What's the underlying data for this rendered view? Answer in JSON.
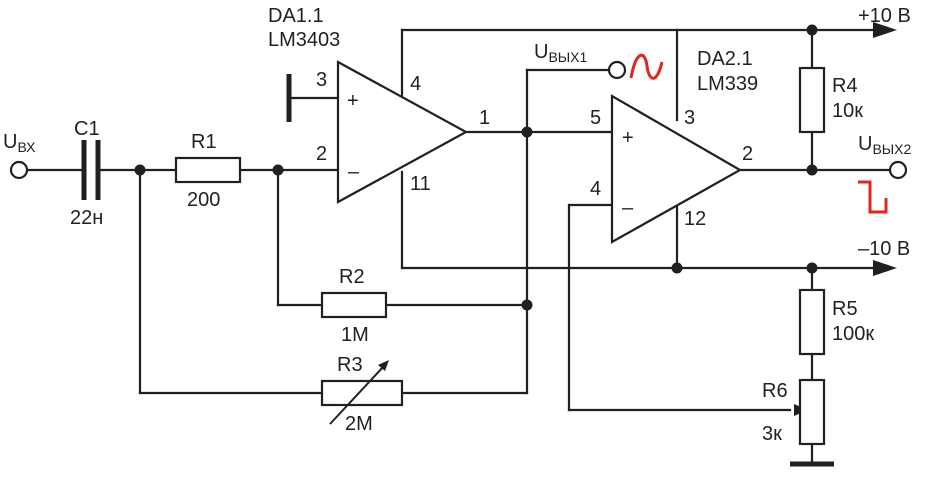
{
  "labels": {
    "da1_ref": "DA1.1",
    "da1_part": "LM3403",
    "da2_ref": "DA2.1",
    "da2_part": "LM339",
    "supply_pos": "+10 В",
    "supply_neg": "–10 В",
    "u_in_main": "U",
    "u_in_sub": "ВХ",
    "u_out1_main": "U",
    "u_out1_sub": "ВЫХ1",
    "u_out2_main": "U",
    "u_out2_sub": "ВЫХ2"
  },
  "components": {
    "c1": {
      "ref": "C1",
      "value": "22н"
    },
    "r1": {
      "ref": "R1",
      "value": "200"
    },
    "r2": {
      "ref": "R2",
      "value": "1M"
    },
    "r3": {
      "ref": "R3",
      "value": "2M"
    },
    "r4": {
      "ref": "R4",
      "value": "10к"
    },
    "r5": {
      "ref": "R5",
      "value": "100к"
    },
    "r6": {
      "ref": "R6",
      "value": "3к"
    }
  },
  "pins": {
    "da1_in_plus": "3",
    "da1_in_minus": "2",
    "da1_vcc": "4",
    "da1_vee": "11",
    "da1_out": "1",
    "da2_in_plus": "5",
    "da2_in_minus": "4",
    "da2_vcc": "3",
    "da2_vee": "12",
    "da2_out": "2"
  },
  "symbols": {
    "plus": "+",
    "minus": "–"
  },
  "colors": {
    "line": "#231f20",
    "signal": "#e1261c",
    "background": "#ffffff"
  },
  "icons": {
    "out1_wave": "sine-wave-icon",
    "out2_wave": "square-wave-icon",
    "ground": "ground-bar-icon"
  }
}
